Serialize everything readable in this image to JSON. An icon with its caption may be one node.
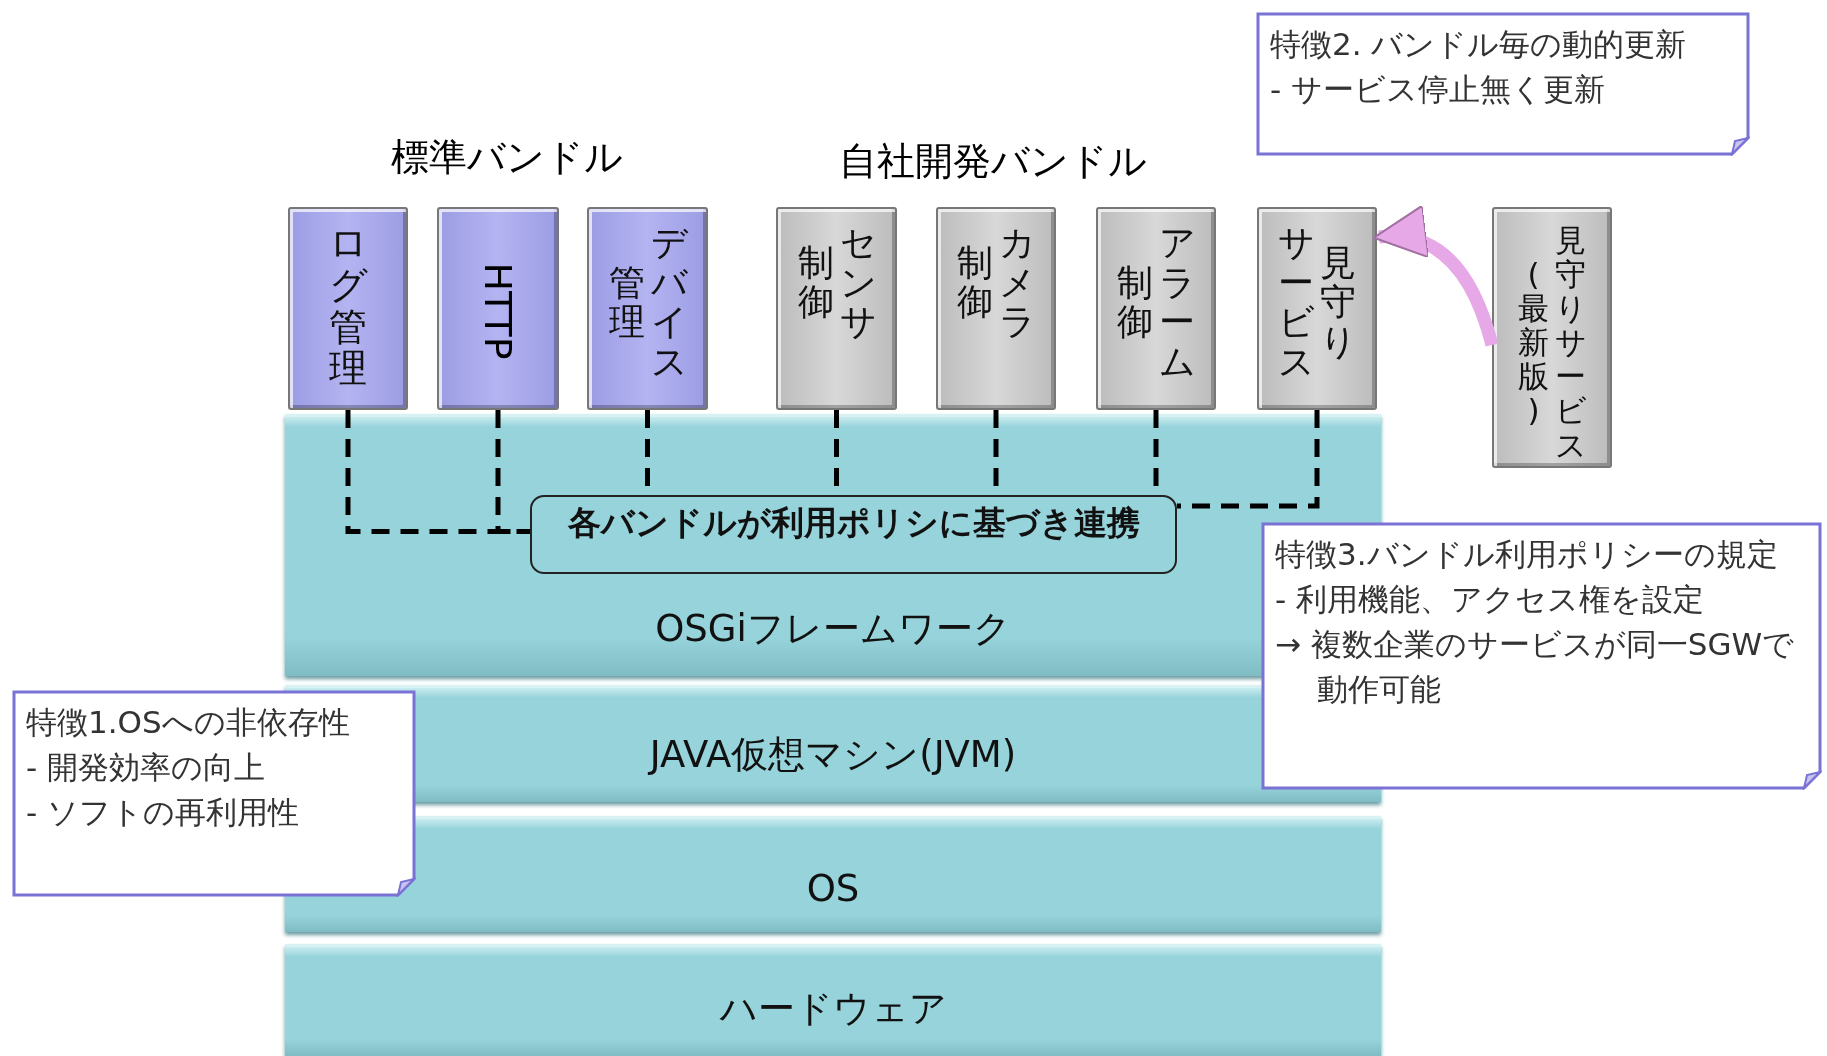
{
  "diagram": {
    "nodes": [
      {
        "text": [
          "特徴2. バンドル毎の動的更新",
          "- サービス停止無く更新"
        ]
      },
      {
        "text": [
          "ログ管理"
        ]
      },
      {
        "text": [
          "HTTP"
        ]
      },
      {
        "text": [
          "デバイス管理"
        ]
      },
      {
        "text": [
          "センサ制御"
        ]
      },
      {
        "text": [
          "カメラ制御"
        ]
      },
      {
        "text": [
          "アラーム制御"
        ]
      },
      {
        "text": [
          "見守りサービス"
        ]
      },
      {
        "text": [
          "見守りサービス(最新版)"
        ]
      },
      {
        "text": [
          "OSGiフレームワーク"
        ]
      },
      {
        "text": [
          "各バンドルが利用ポリシに基づき連携"
        ],
        "in": 9
      },
      {
        "text": [
          "JAVA仮想マシン(JVM)"
        ]
      },
      {
        "text": [
          "OS"
        ]
      },
      {
        "text": [
          "ハードウェア"
        ]
      },
      {
        "text": [
          "特徴1.OSへの非依存性",
          "- 開発効率の向上",
          "- ソフトの再利用性"
        ]
      },
      {
        "text": [
          "特徴3.バンドル利用ポリシーの規定",
          "- 利用機能、アクセス権を設定",
          "→ 複数企業のサービスが同一SGWで動作可能"
        ]
      }
    ],
    "edges": [
      {
        "from": 8,
        "to": 7,
        "arrow": "to",
        "style": "thick",
        "color": "#e6a8e6"
      },
      {
        "from": 1,
        "to": 10,
        "arrow": "none",
        "style": "dashed"
      },
      {
        "from": 2,
        "to": 10,
        "arrow": "none",
        "style": "dashed"
      },
      {
        "from": 3,
        "to": 10,
        "arrow": "none",
        "style": "dashed"
      },
      {
        "from": 4,
        "to": 10,
        "arrow": "none",
        "style": "dashed"
      },
      {
        "from": 5,
        "to": 10,
        "arrow": "none",
        "style": "dashed"
      },
      {
        "from": 6,
        "to": 10,
        "arrow": "none",
        "style": "dashed"
      },
      {
        "from": 7,
        "to": 10,
        "arrow": "none",
        "style": "dashed"
      }
    ],
    "labels": [
      "標準バンドル",
      "自社開発バンドル"
    ]
  }
}
